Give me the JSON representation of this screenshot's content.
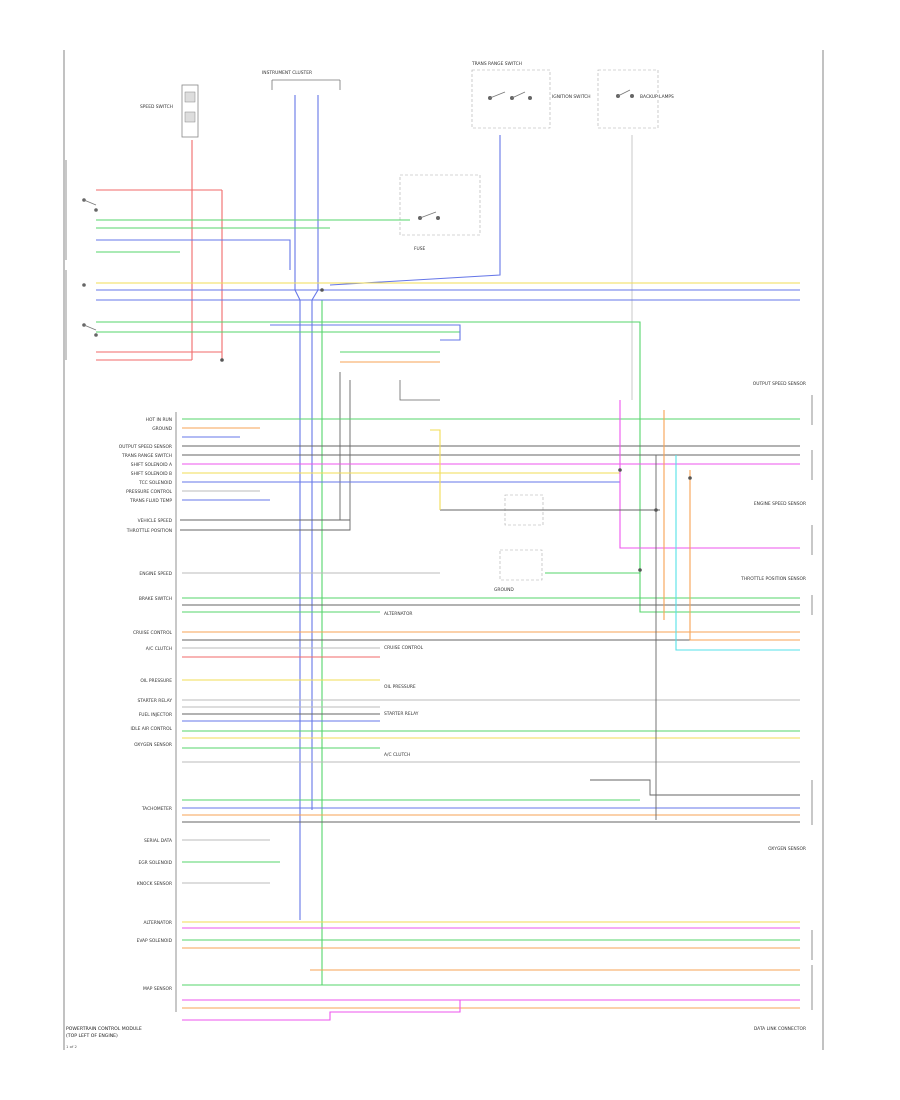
{
  "colors": {
    "red": "#f06a6a",
    "green": "#55d46b",
    "blue": "#6677e8",
    "yellow": "#f2dd55",
    "orange": "#f7a354",
    "magenta": "#ee55ee",
    "cyan": "#55e2e8",
    "gray": "#666666",
    "lightgray": "#bbbbbb"
  },
  "top_components": {
    "left_switch": "SPEED SWITCH",
    "cluster": "INSTRUMENT CLUSTER",
    "ignition": "IGNITION SWITCH",
    "fuse": "FUSE",
    "trans_switch": "TRANS RANGE SWITCH",
    "backup": "BACKUP LAMPS"
  },
  "left_labels": [
    "HOT IN RUN",
    "GROUND",
    "OUTPUT SPEED SENSOR",
    "TRANS RANGE SWITCH",
    "SHIFT SOLENOID A",
    "SHIFT SOLENOID B",
    "TCC SOLENOID",
    "PRESSURE CONTROL",
    "TRANS FLUID TEMP",
    "VEHICLE SPEED",
    "THROTTLE POSITION",
    "ENGINE SPEED",
    "BRAKE SWITCH",
    "CRUISE CONTROL",
    "A/C CLUTCH",
    "OIL PRESSURE",
    "STARTER RELAY",
    "FUEL INJECTOR",
    "IDLE AIR CONTROL",
    "OXYGEN SENSOR",
    "TACHOMETER",
    "SERIAL DATA",
    "EGR SOLENOID",
    "KNOCK SENSOR",
    "ALTERNATOR",
    "EVAP SOLENOID",
    "MAP SENSOR"
  ],
  "module_title": "POWERTRAIN CONTROL MODULE",
  "module_subtitle": "(TOP LEFT OF ENGINE)",
  "right_labels": [
    "OUTPUT SPEED SENSOR",
    "ENGINE SPEED SENSOR",
    "THROTTLE POSITION SENSOR",
    "OXYGEN SENSOR",
    "DATA LINK CONNECTOR"
  ],
  "center_labels": [
    "ALTERNATOR",
    "CRUISE CONTROL",
    "OIL PRESSURE",
    "STARTER RELAY",
    "A/C CLUTCH",
    "GROUND"
  ],
  "footer": "1 of 2"
}
